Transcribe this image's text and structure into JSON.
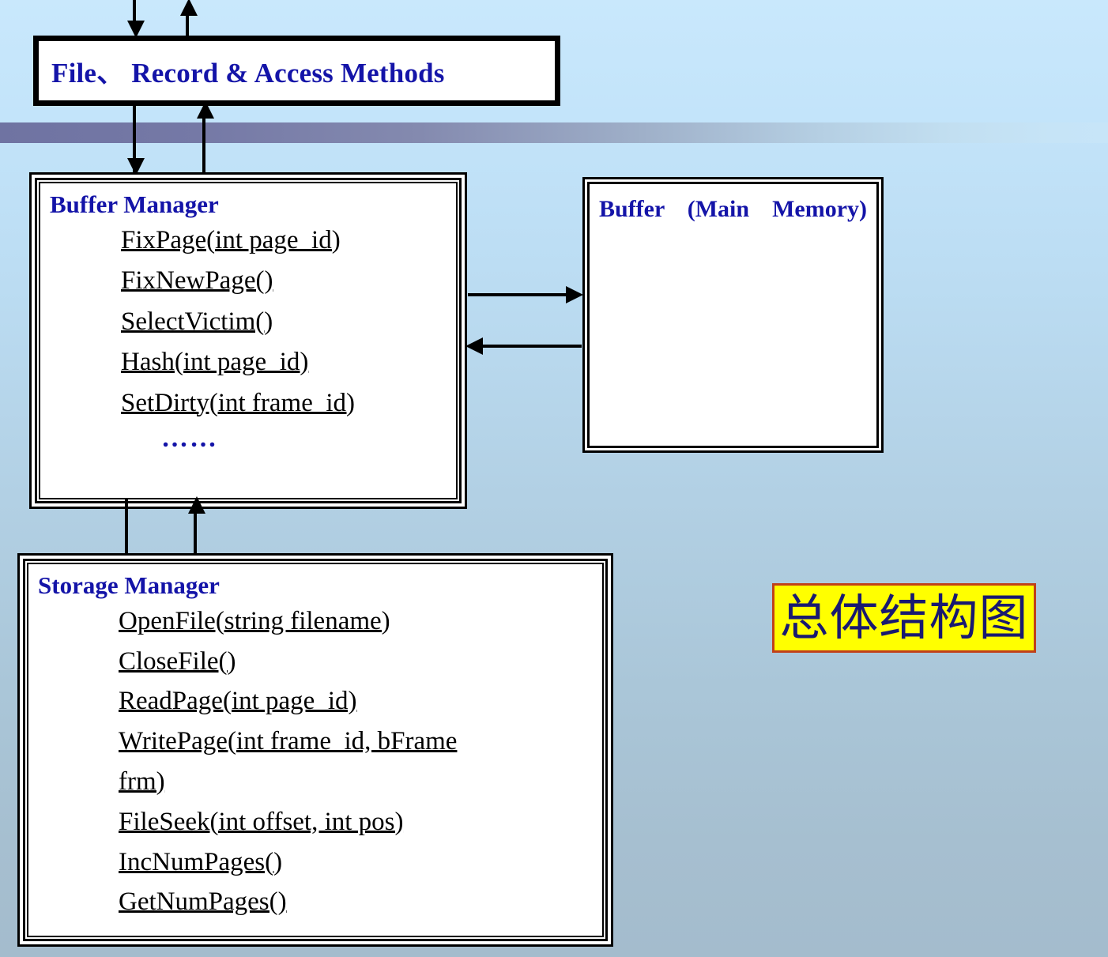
{
  "slide": {
    "background_top_color": "#c9e8fc",
    "background_bottom_color": "#a4bccd",
    "band_color": "#6f73a2"
  },
  "blocks": {
    "file_record_access": {
      "title": "File、 Record & Access Methods",
      "title_color": "#1414a8"
    },
    "buffer_manager": {
      "title": "Buffer Manager",
      "title_color": "#1414a8",
      "methods": [
        "FixPage(int page_id)",
        "FixNewPage()",
        "SelectVictim()",
        "Hash(int page_id)",
        "SetDirty(int frame_id)"
      ],
      "ellipsis": "……"
    },
    "buffer_main_memory": {
      "title": "Buffer (Main Memory)",
      "title_color": "#1414a8"
    },
    "storage_manager": {
      "title": "Storage  Manager",
      "title_color": "#1414a8",
      "methods": [
        "OpenFile(string filename)",
        "CloseFile()",
        "ReadPage(int page_id)",
        "WritePage(int frame_id, bFrame frm)",
        "FileSeek(int offset, int pos)",
        "IncNumPages()",
        "GetNumPages()"
      ]
    }
  },
  "caption": {
    "text": "总体结构图",
    "fill_color": "#ffff00",
    "border_color": "#c0401a",
    "text_color": "#191970"
  }
}
